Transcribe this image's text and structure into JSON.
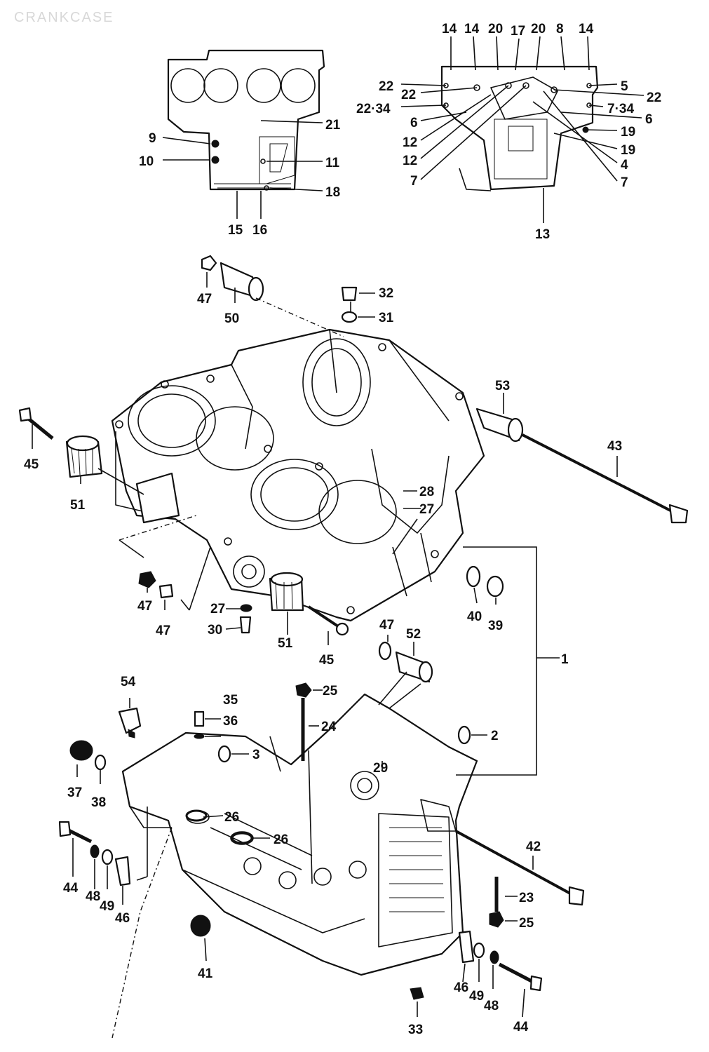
{
  "title": "CRANKCASE",
  "labels": {
    "l1": "1",
    "l2": "2",
    "l3": "3",
    "l4": "4",
    "l5": "5",
    "l6a": "6",
    "l6b": "6",
    "l7a": "7",
    "l7b": "7",
    "l7_34": "7·34",
    "l8": "8",
    "l9": "9",
    "l10": "10",
    "l11": "11",
    "l12a": "12",
    "l12b": "12",
    "l13": "13",
    "l14a": "14",
    "l14b": "14",
    "l14c": "14",
    "l15": "15",
    "l16": "16",
    "l17": "17",
    "l18": "18",
    "l19a": "19",
    "l19b": "19",
    "l20a": "20",
    "l20b": "20",
    "l21": "21",
    "l22a": "22",
    "l22b": "22",
    "l22c": "22",
    "l22_34": "22·34",
    "l23": "23",
    "l24": "24",
    "l25a": "25",
    "l25b": "25",
    "l26a": "26",
    "l26b": "26",
    "l27a": "27",
    "l27b": "27",
    "l28": "28",
    "l29": "29",
    "l30": "30",
    "l31": "31",
    "l32": "32",
    "l33": "33",
    "l35": "35",
    "l36": "36",
    "l37": "37",
    "l38": "38",
    "l39": "39",
    "l40": "40",
    "l41": "41",
    "l42": "42",
    "l43": "43",
    "l44a": "44",
    "l44b": "44",
    "l45a": "45",
    "l45b": "45",
    "l46a": "46",
    "l46b": "46",
    "l47a": "47",
    "l47b": "47",
    "l47c": "47",
    "l47d": "47",
    "l48a": "48",
    "l48b": "48",
    "l49a": "49",
    "l49b": "49",
    "l50": "50",
    "l51a": "51",
    "l51b": "51",
    "l52": "52",
    "l53": "53",
    "l54": "54"
  }
}
